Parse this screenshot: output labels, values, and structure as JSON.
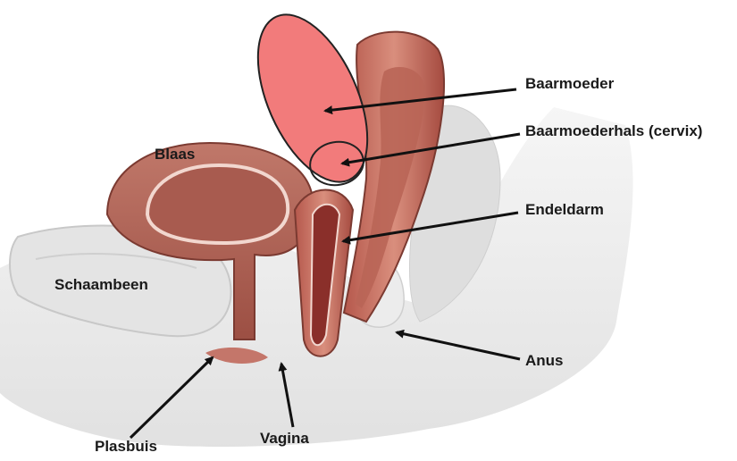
{
  "labels": {
    "uterus": "Baarmoeder",
    "cervix": "Baarmoederhals (cervix)",
    "rectum": "Endeldarm",
    "anus": "Anus",
    "bladder": "Blaas",
    "pubic_bone": "Schaambeen",
    "urethra": "Plasbuis",
    "vagina": "Vagina"
  },
  "colors": {
    "uterus_fill": "#f27b7b",
    "tissue": "#c97a6a",
    "tissue_dark": "#8a3a32",
    "bone": "#e6e6e6",
    "arrow": "#111111",
    "label_text": "#1a1a1a"
  }
}
